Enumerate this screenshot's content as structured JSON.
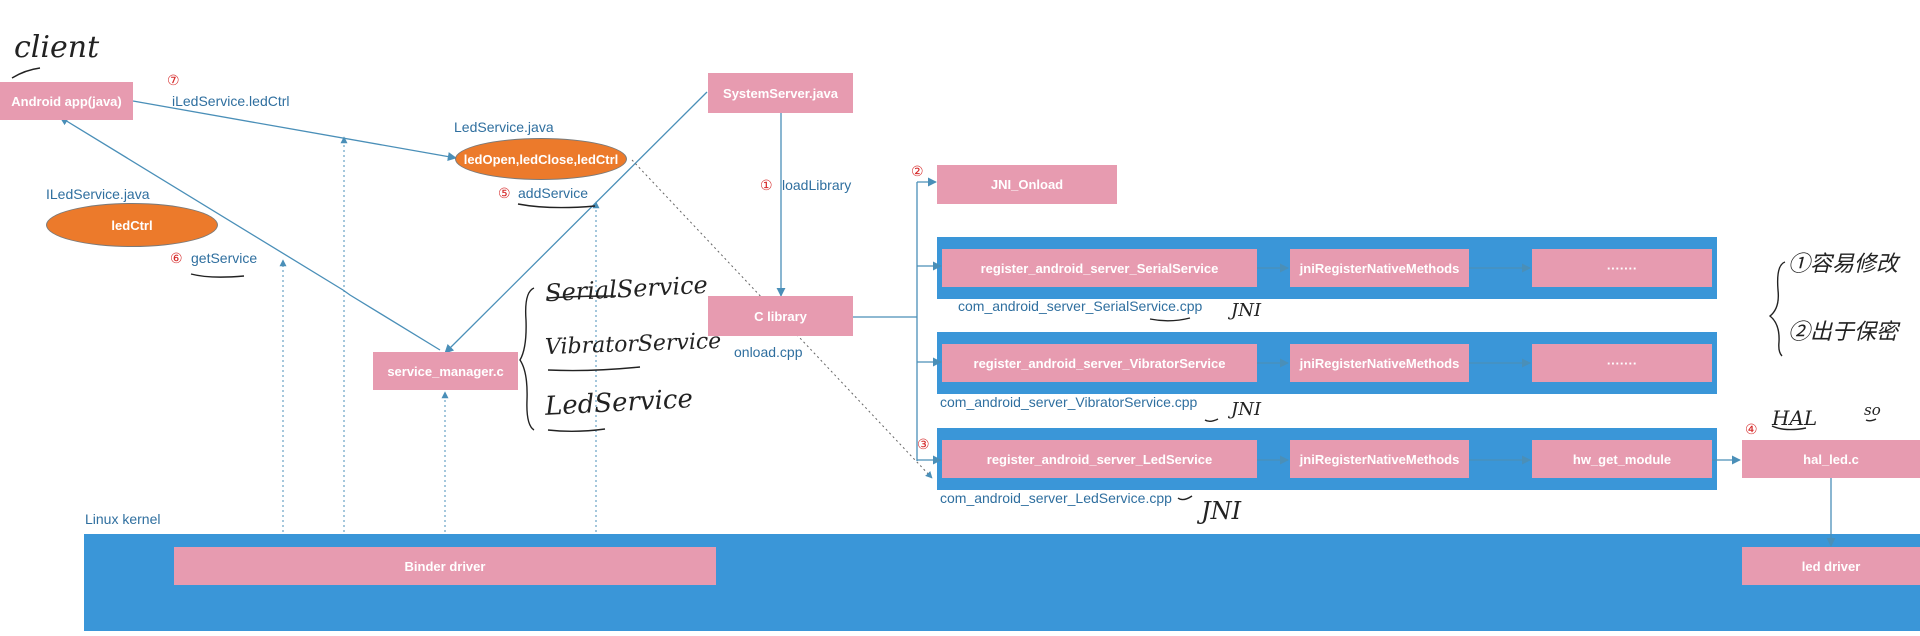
{
  "handwritten": {
    "client": "client",
    "serial": "SerialService",
    "vibrator": "VibratorService",
    "led": "LedService",
    "jni1": "JNI",
    "jni2": "JNI",
    "jni3": "JNI",
    "hal": "HAL",
    "so": "so",
    "note1": "①容易修改",
    "note2": "②出于保密"
  },
  "boxes": {
    "android_app": "Android app(java)",
    "system_server": "SystemServer.java",
    "jni_onload": "JNI_Onload",
    "c_library": "C library",
    "service_manager": "service_manager.c",
    "reg_serial": "register_android_server_SerialService",
    "reg_vibrator": "register_android_server_VibratorService",
    "reg_led": "register_android_server_LedService",
    "jni_reg_1": "jniRegisterNativeMethods",
    "jni_reg_2": "jniRegisterNativeMethods",
    "jni_reg_3": "jniRegisterNativeMethods",
    "dots_1": "·······",
    "dots_2": "·······",
    "hw_get_module": "hw_get_module",
    "hal_led": "hal_led.c",
    "binder_driver": "Binder driver",
    "led_driver": "led driver"
  },
  "ellipses": {
    "led_service": "ledOpen,ledClose,ledCtrl",
    "iled_service": "ledCtrl"
  },
  "labels": {
    "iledservice_ledctrl": "iLedService.ledCtrl",
    "ledservice_java": "LedService.java",
    "iledservice_java": "ILedService.java",
    "add_service": "addService",
    "get_service": "getService",
    "load_library": "loadLibrary",
    "onload_cpp": "onload.cpp",
    "serial_cpp": "com_android_server_SerialService.cpp",
    "vibrator_cpp": "com_android_server_VibratorService.cpp",
    "led_cpp": "com_android_server_LedService.cpp",
    "linux_kernel": "Linux kernel"
  },
  "steps": {
    "s1": "①",
    "s2": "②",
    "s3": "③",
    "s4": "④",
    "s5": "⑤",
    "s6": "⑥",
    "s7": "⑦"
  },
  "colors": {
    "box": "#e79bb0",
    "band": "#3a96d8",
    "ellipse": "#ec7a2b",
    "label": "#2f6f9f",
    "step": "#d62a2a"
  }
}
